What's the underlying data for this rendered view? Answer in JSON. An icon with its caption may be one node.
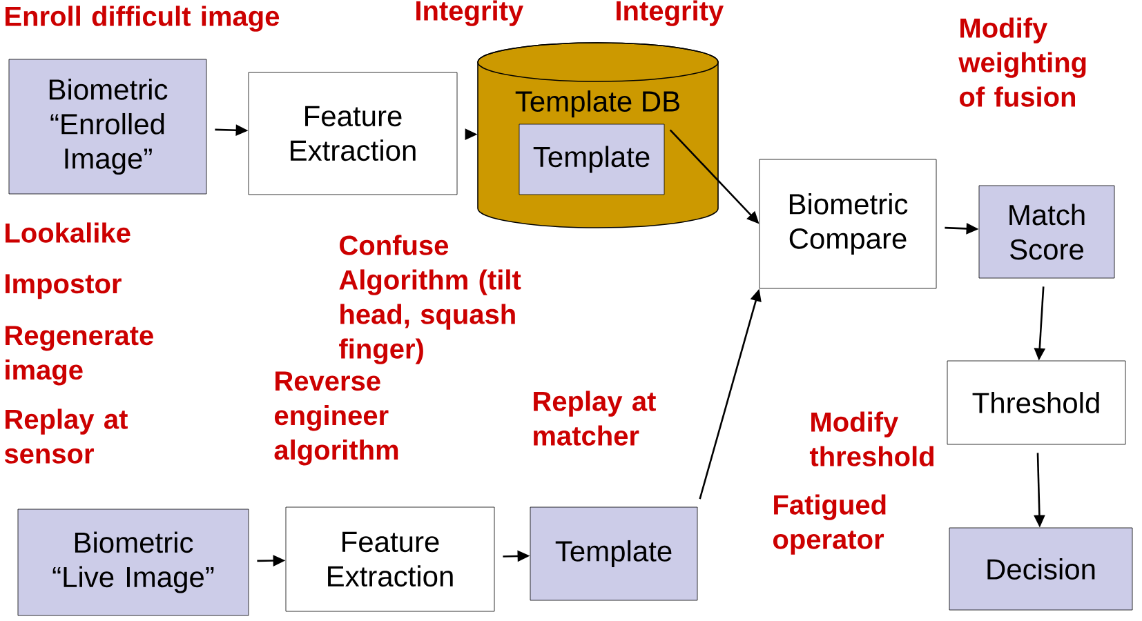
{
  "diagram": {
    "nodes": [
      {
        "text": [
          "Biometric “Enrolled Image”"
        ]
      },
      {
        "text": [
          "Feature Extraction"
        ]
      },
      {
        "text": [
          "Template DB"
        ]
      },
      {
        "text": [
          "Template"
        ],
        "in": 2
      },
      {
        "text": [
          "Biometric Compare"
        ]
      },
      {
        "text": [
          "Match Score"
        ]
      },
      {
        "text": [
          "Threshold"
        ]
      },
      {
        "text": [
          "Decision"
        ]
      },
      {
        "text": [
          "Biometric “Live Image”"
        ]
      },
      {
        "text": [
          "Feature Extraction"
        ]
      },
      {
        "text": [
          "Template"
        ]
      }
    ],
    "edges": [
      {
        "from": 0,
        "to": 1,
        "arrow": "to"
      },
      {
        "from": 1,
        "to": 2,
        "arrow": "to"
      },
      {
        "from": 3,
        "to": 4,
        "arrow": "to"
      },
      {
        "from": 4,
        "to": 5,
        "arrow": "to"
      },
      {
        "from": 5,
        "to": 6,
        "arrow": "to"
      },
      {
        "from": 6,
        "to": 7,
        "arrow": "to"
      },
      {
        "from": 8,
        "to": 9,
        "arrow": "to"
      },
      {
        "from": 9,
        "to": 10,
        "arrow": "to"
      },
      {
        "from": 10,
        "to": 4,
        "arrow": "to"
      }
    ],
    "labels": [
      "Integrity",
      "Integrity",
      "Enroll difficult image",
      "Modify weighting of fusion",
      "Confuse Algorithm (tilt head, squash finger)",
      "Lookalike",
      "Impostor",
      "Regenerate image",
      "Reverse engineer algorithm",
      "Replay at matcher",
      "Modify threshold",
      "Replay at sensor",
      "Fatigued operator"
    ]
  }
}
